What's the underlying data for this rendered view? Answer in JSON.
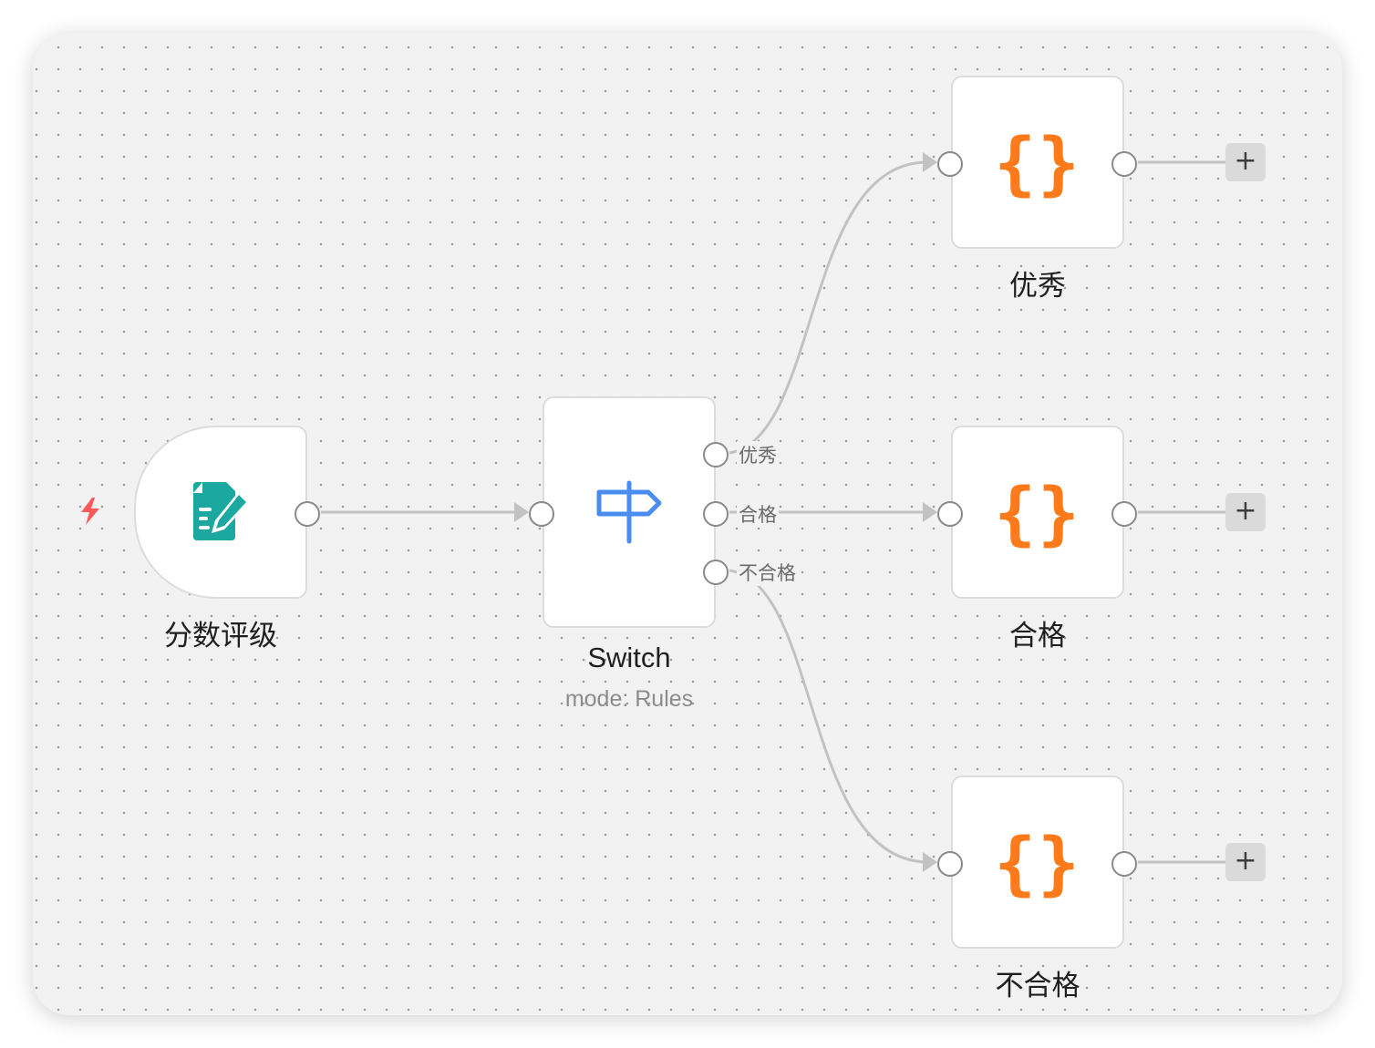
{
  "workflow": {
    "trigger": {
      "label": "分数评级",
      "icon": "form-edit-icon",
      "icon_color": "#1aa8a0",
      "trigger_icon": "lightning-bolt-icon",
      "trigger_color": "#ff5a5a"
    },
    "switch": {
      "label": "Switch",
      "subtitle": "mode: Rules",
      "icon": "signpost-icon",
      "icon_color": "#4a8cf0",
      "outputs": [
        {
          "label": "优秀"
        },
        {
          "label": "合格"
        },
        {
          "label": "不合格"
        }
      ]
    },
    "code_nodes": [
      {
        "label": "优秀",
        "glyph": "{}",
        "icon": "code-braces-icon"
      },
      {
        "label": "合格",
        "glyph": "{}",
        "icon": "code-braces-icon"
      },
      {
        "label": "不合格",
        "glyph": "{}",
        "icon": "code-braces-icon"
      }
    ],
    "accent_color": "#ff7a1a",
    "add_button_label": "+"
  }
}
